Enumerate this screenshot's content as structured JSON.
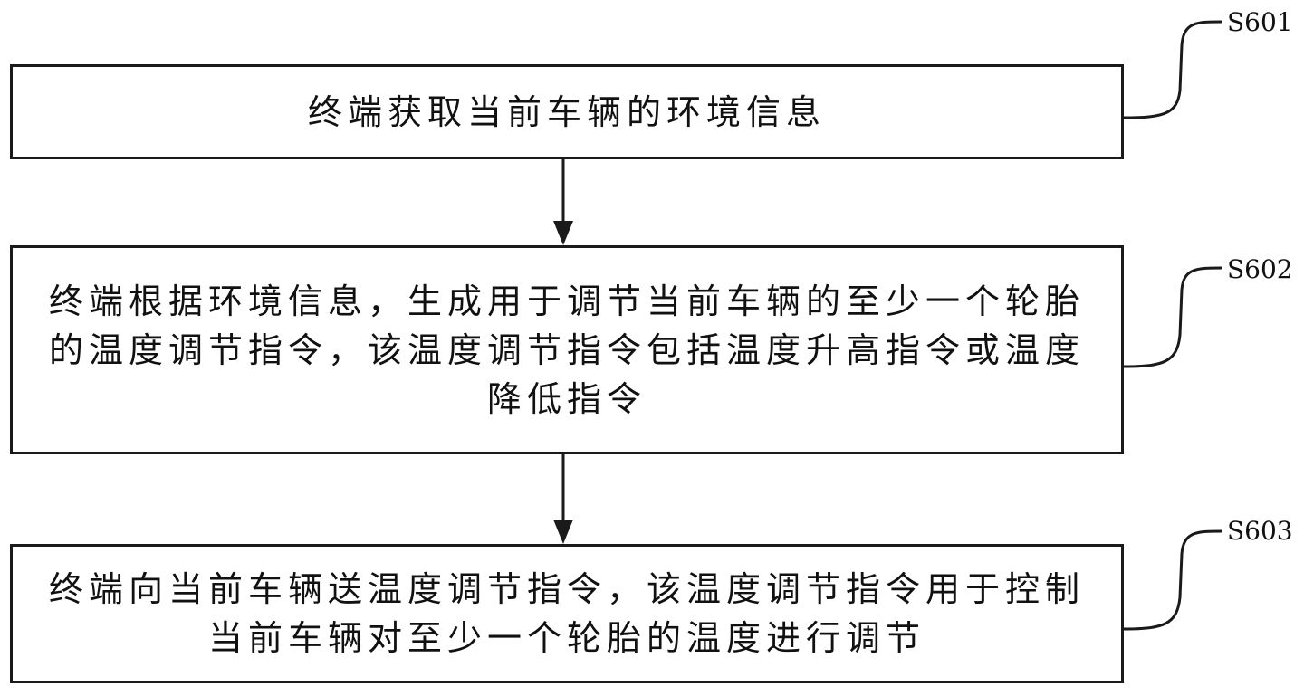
{
  "steps": [
    {
      "id": "S601",
      "text": "终端获取当前车辆的环境信息"
    },
    {
      "id": "S602",
      "text": "终端根据环境信息，生成用于调节当前车辆的至少一个轮胎的温度调节指令，该温度调节指令包括温度升高指令或温度降低指令"
    },
    {
      "id": "S603",
      "text": "终端向当前车辆送温度调节指令，该温度调节指令用于控制当前车辆对至少一个轮胎的温度进行调节"
    }
  ],
  "colors": {
    "line": "#1a1a1a",
    "background": "#ffffff"
  }
}
